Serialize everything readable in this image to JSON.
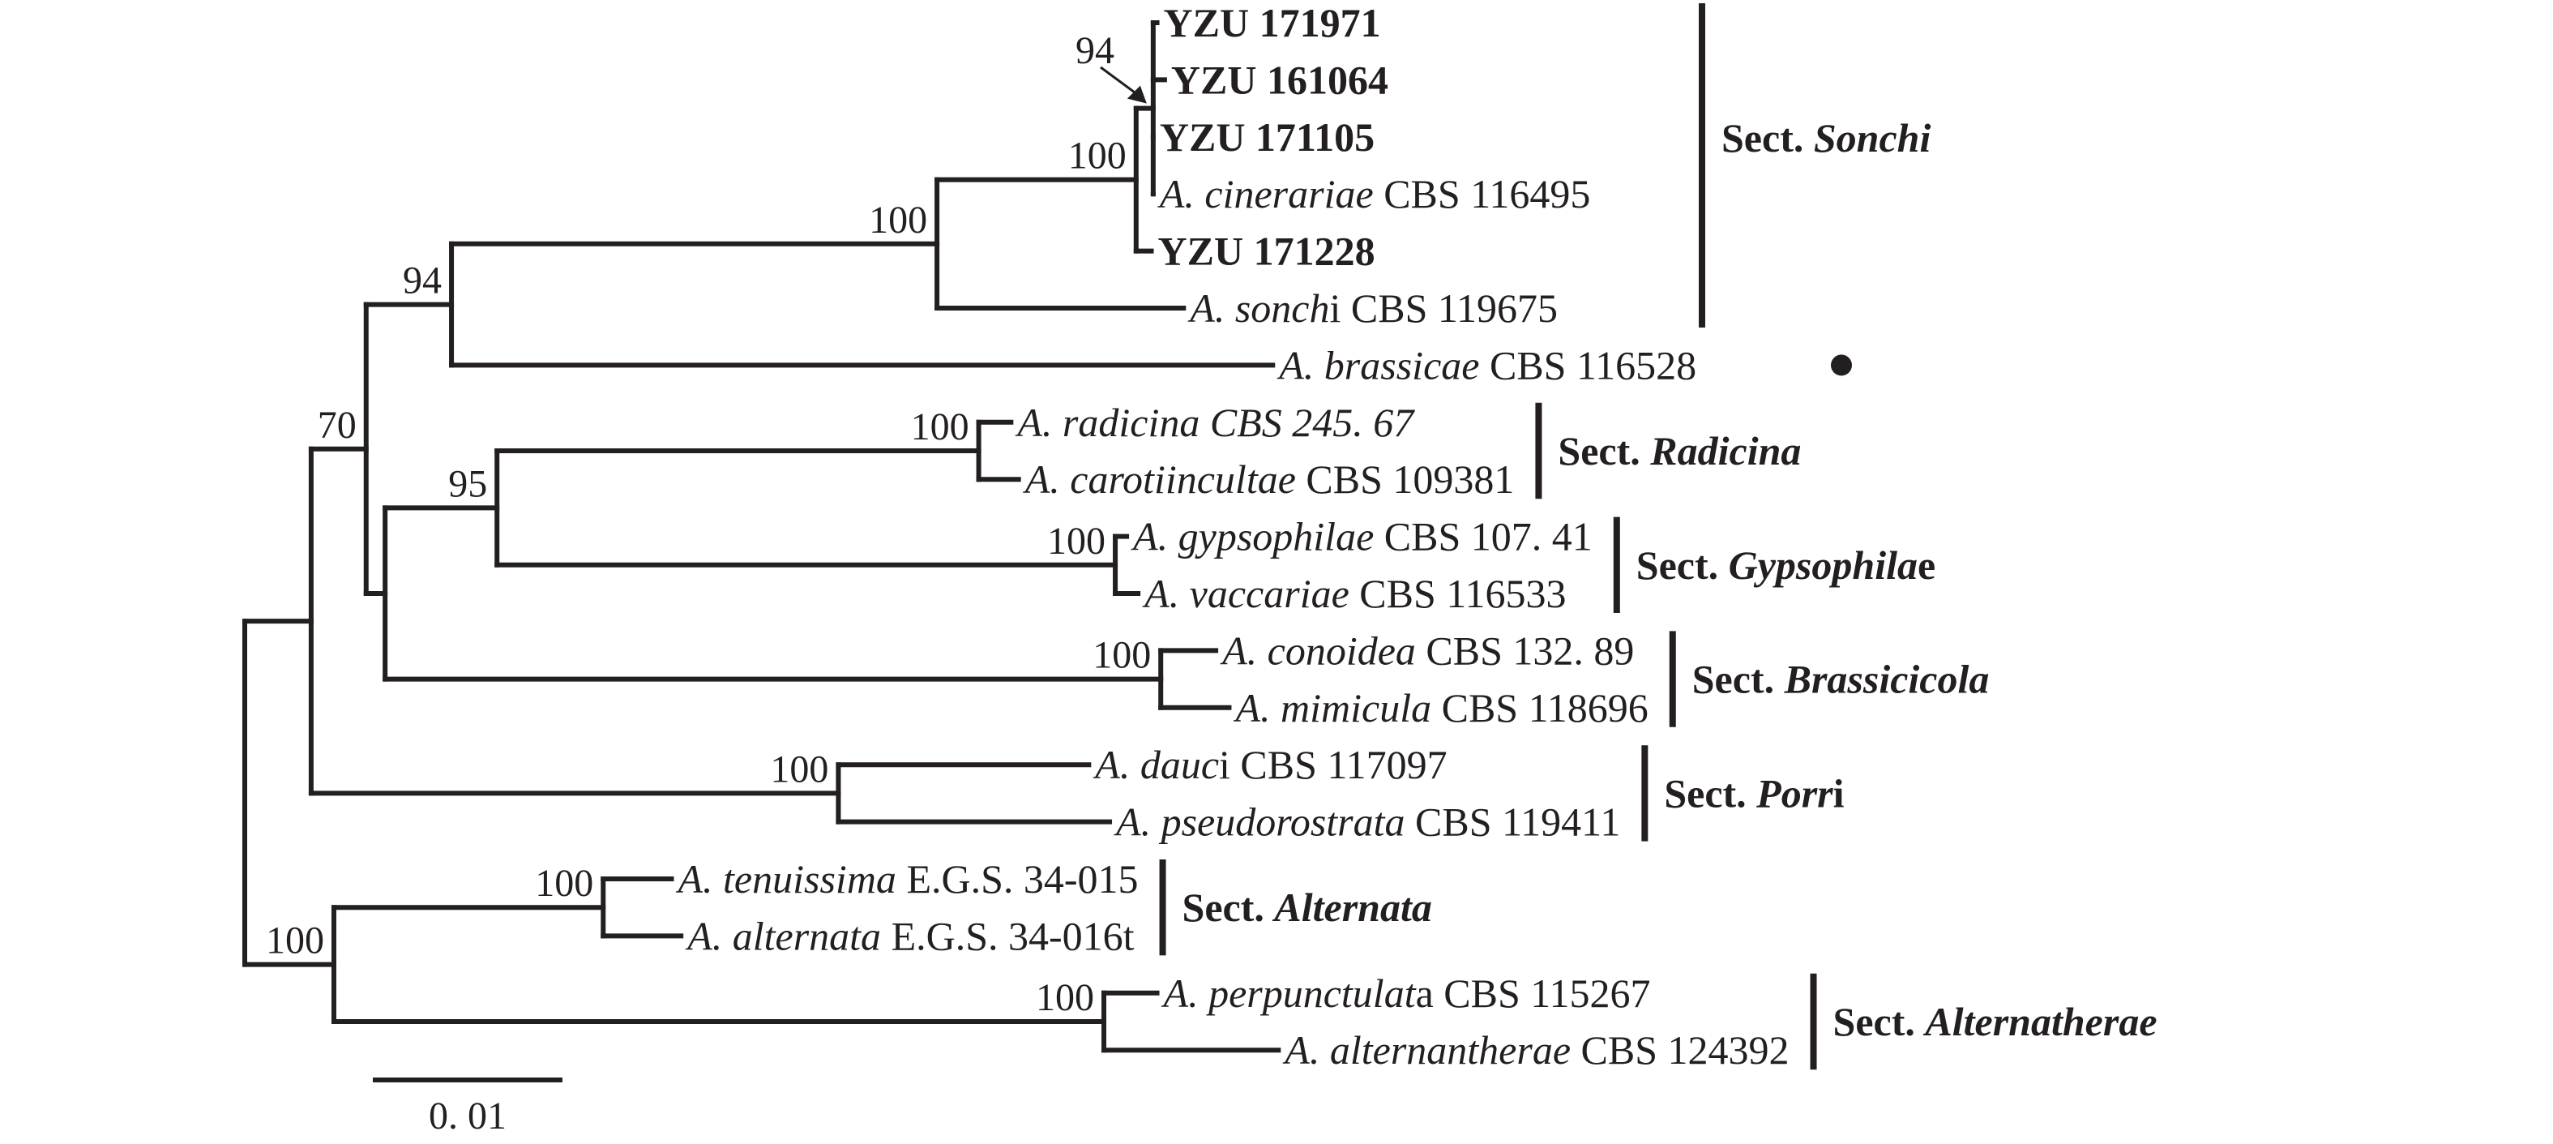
{
  "figure": {
    "type": "phylogenetic-tree",
    "scale_bar": {
      "value": 0.01,
      "label": "0. 01"
    },
    "marker": {
      "symbol": "●",
      "leaf": "brassicae"
    },
    "arrow_annotation": {
      "label": "94",
      "target_node": "n94b"
    },
    "tree": {
      "id": "root",
      "depth": 0,
      "support": "",
      "children": [
        {
          "id": "nA",
          "depth": 0.0035,
          "support": "",
          "children": [
            {
              "id": "n70",
              "depth": 0.0064,
              "support": "70",
              "children": [
                {
                  "id": "n94",
                  "depth": 0.0109,
                  "support": "94",
                  "children": [
                    {
                      "id": "nSonchi",
                      "depth": 0.0365,
                      "support": "100",
                      "children": [
                        {
                          "id": "nInner",
                          "depth": 0.047,
                          "support": "100",
                          "children": [
                            {
                              "id": "n94b",
                              "depth": 0.0479,
                              "support": "",
                              "children": [
                                {
                                  "id": "yzu171971",
                                  "depth": 0.0481,
                                  "parts": [
                                    {
                                      "t": "YZU 171971",
                                      "s": "b"
                                    }
                                  ]
                                },
                                {
                                  "id": "yzu161064",
                                  "depth": 0.0485,
                                  "parts": [
                                    {
                                      "t": "YZU 161064",
                                      "s": "b"
                                    }
                                  ]
                                },
                                {
                                  "id": "yzu171105",
                                  "depth": 0.0479,
                                  "parts": [
                                    {
                                      "t": "YZU 171105",
                                      "s": "b"
                                    }
                                  ]
                                },
                                {
                                  "id": "cinerariae",
                                  "depth": 0.0479,
                                  "parts": [
                                    {
                                      "t": "A. cinerariae",
                                      "s": "i"
                                    },
                                    {
                                      "t": " CBS 116495",
                                      "s": "n"
                                    }
                                  ]
                                }
                              ]
                            },
                            {
                              "id": "yzu171228",
                              "depth": 0.0478,
                              "parts": [
                                {
                                  "t": "YZU 171228",
                                  "s": "b"
                                }
                              ]
                            }
                          ]
                        },
                        {
                          "id": "sonchi",
                          "depth": 0.0495,
                          "parts": [
                            {
                              "t": "A. sonch",
                              "s": "i"
                            },
                            {
                              "t": "i CBS 119675",
                              "s": "n"
                            }
                          ]
                        }
                      ]
                    },
                    {
                      "id": "brassicae",
                      "depth": 0.0542,
                      "parts": [
                        {
                          "t": "A. brassicae",
                          "s": "i"
                        },
                        {
                          "t": " CBS 116528",
                          "s": "n"
                        }
                      ]
                    }
                  ]
                },
                {
                  "id": "n475",
                  "depth": 0.0074,
                  "support": "",
                  "children": [
                    {
                      "id": "n95",
                      "depth": 0.0133,
                      "support": "95",
                      "children": [
                        {
                          "id": "nRadicina",
                          "depth": 0.0387,
                          "support": "100",
                          "children": [
                            {
                              "id": "radicina",
                              "depth": 0.0404,
                              "parts": [
                                {
                                  "t": "A. radicina CBS 245. 67",
                                  "s": "i"
                                }
                              ]
                            },
                            {
                              "id": "carotiincultae",
                              "depth": 0.0408,
                              "parts": [
                                {
                                  "t": "A. carotiincultae",
                                  "s": "i"
                                },
                                {
                                  "t": " CBS 109381",
                                  "s": "n"
                                }
                              ]
                            }
                          ]
                        },
                        {
                          "id": "nGyps",
                          "depth": 0.0459,
                          "support": "100",
                          "children": [
                            {
                              "id": "gypsophilae",
                              "depth": 0.0465,
                              "parts": [
                                {
                                  "t": "A. gypsophilae",
                                  "s": "i"
                                },
                                {
                                  "t": " CBS 107. 41",
                                  "s": "n"
                                }
                              ]
                            },
                            {
                              "id": "vaccariae",
                              "depth": 0.0471,
                              "parts": [
                                {
                                  "t": "A. vaccariae",
                                  "s": "i"
                                },
                                {
                                  "t": " CBS 116533",
                                  "s": "n"
                                }
                              ]
                            }
                          ]
                        }
                      ]
                    },
                    {
                      "id": "nBrassicicola",
                      "depth": 0.0483,
                      "support": "100",
                      "children": [
                        {
                          "id": "conoidea",
                          "depth": 0.0512,
                          "parts": [
                            {
                              "t": "A. conoidea",
                              "s": "i"
                            },
                            {
                              "t": " CBS 132. 89",
                              "s": "n"
                            }
                          ]
                        },
                        {
                          "id": "mimicula",
                          "depth": 0.0519,
                          "parts": [
                            {
                              "t": "A. mimicula",
                              "s": "i"
                            },
                            {
                              "t": " CBS 118696",
                              "s": "n"
                            }
                          ]
                        }
                      ]
                    }
                  ]
                }
              ]
            },
            {
              "id": "nPorri",
              "depth": 0.0313,
              "support": "100",
              "children": [
                {
                  "id": "dauci",
                  "depth": 0.0445,
                  "parts": [
                    {
                      "t": "A. dauc",
                      "s": "i"
                    },
                    {
                      "t": "i CBS 117097",
                      "s": "n"
                    }
                  ]
                },
                {
                  "id": "pseudorostrata",
                  "depth": 0.0456,
                  "parts": [
                    {
                      "t": "A. pseudorostrata",
                      "s": "i"
                    },
                    {
                      "t": " CBS 119411",
                      "s": "n"
                    }
                  ]
                }
              ]
            }
          ]
        },
        {
          "id": "nB",
          "depth": 0.0047,
          "support": "100",
          "children": [
            {
              "id": "nAlternata",
              "depth": 0.0189,
              "support": "100",
              "children": [
                {
                  "id": "tenuissima",
                  "depth": 0.0225,
                  "parts": [
                    {
                      "t": "A. tenuissima",
                      "s": "i"
                    },
                    {
                      "t": " E.G.S. 34-015",
                      "s": "n"
                    }
                  ]
                },
                {
                  "id": "alternata",
                  "depth": 0.023,
                  "parts": [
                    {
                      "t": "A. alternata",
                      "s": "i"
                    },
                    {
                      "t": " E.G.S. 34-016t",
                      "s": "n"
                    }
                  ]
                }
              ]
            },
            {
              "id": "nAlternatherae",
              "depth": 0.0453,
              "support": "100",
              "children": [
                {
                  "id": "perpunctulata",
                  "depth": 0.0481,
                  "parts": [
                    {
                      "t": "A. perpunctulat",
                      "s": "i"
                    },
                    {
                      "t": "a CBS 115267",
                      "s": "n"
                    }
                  ]
                },
                {
                  "id": "alternantherae",
                  "depth": 0.0545,
                  "parts": [
                    {
                      "t": "A. alternantherae",
                      "s": "i"
                    },
                    {
                      "t": " CBS 124392",
                      "s": "n"
                    }
                  ]
                }
              ]
            }
          ]
        }
      ]
    },
    "sections": [
      {
        "id": "sonchi",
        "prefix": "Sect. ",
        "name": "Sonchi",
        "suffix": "",
        "from": "yzu171971",
        "to": "sonchi"
      },
      {
        "id": "radicina",
        "prefix": "Sect. ",
        "name": "Radicina",
        "suffix": "",
        "from": "radicina",
        "to": "carotiincultae"
      },
      {
        "id": "gypsophilae",
        "prefix": "Sect. ",
        "name": "Gypsophila",
        "suffix": "e",
        "from": "gypsophilae",
        "to": "vaccariae"
      },
      {
        "id": "brassicicola",
        "prefix": "Sect. ",
        "name": "Brassicicola",
        "suffix": "",
        "from": "conoidea",
        "to": "mimicula"
      },
      {
        "id": "porri",
        "prefix": "Sect. ",
        "name": "Porr",
        "suffix": "i",
        "from": "dauci",
        "to": "pseudorostrata"
      },
      {
        "id": "alternata",
        "prefix": "Sect. ",
        "name": "Alternata",
        "suffix": "",
        "from": "tenuissima",
        "to": "alternata"
      },
      {
        "id": "alternatherae",
        "prefix": "Sect. ",
        "name": "Alternatherae",
        "suffix": "",
        "from": "perpunctulata",
        "to": "alternantherae"
      }
    ]
  }
}
